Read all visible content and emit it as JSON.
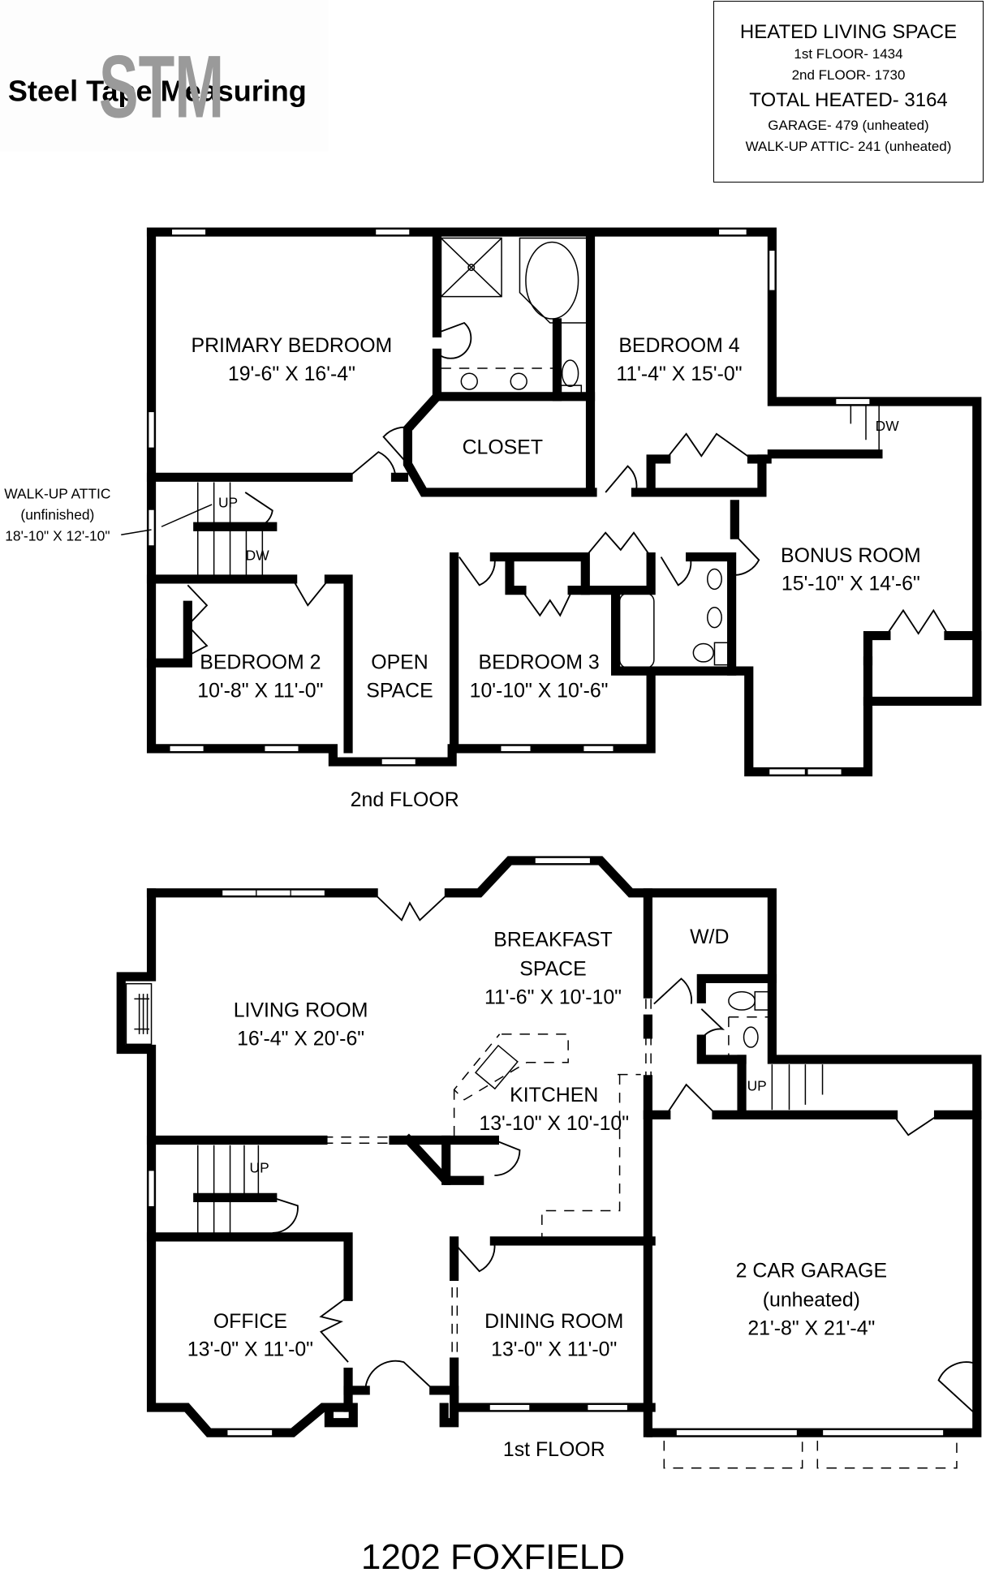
{
  "logo": {
    "company_text": "Steel Tape Measuring",
    "monogram": "STM",
    "monogram_color": "#9a9a9a"
  },
  "summary": {
    "heading": "HEATED LIVING SPACE",
    "first_floor": "1st FLOOR- 1434",
    "second_floor": "2nd FLOOR- 1730",
    "total": "TOTAL HEATED- 3164",
    "garage": "GARAGE- 479 (unheated)",
    "attic": "WALK-UP ATTIC- 241 (unheated)"
  },
  "second_floor": {
    "label": "2nd FLOOR",
    "rooms": [
      {
        "name": "PRIMARY BEDROOM",
        "dims": "19'-6\" X 16'-4\""
      },
      {
        "name": "BEDROOM 4",
        "dims": "11'-4\" X 15'-0\""
      },
      {
        "name": "CLOSET",
        "dims": ""
      },
      {
        "name": "BONUS ROOM",
        "dims": "15'-10\" X 14'-6\""
      },
      {
        "name": "BEDROOM 2",
        "dims": "10'-8\" X 11'-0\""
      },
      {
        "name": "OPEN",
        "name2": "SPACE"
      },
      {
        "name": "BEDROOM 3",
        "dims": "10'-10\" X 10'-6\""
      }
    ],
    "attic_note": {
      "line1": "WALK-UP ATTIC",
      "line2": "(unfinished)",
      "line3": "18'-10\" X 12'-10\""
    },
    "markers": {
      "up": "UP",
      "dw1": "DW",
      "dw2": "DW"
    }
  },
  "first_floor": {
    "label": "1st FLOOR",
    "rooms": [
      {
        "name": "LIVING ROOM",
        "dims": "16'-4\" X 20'-6\""
      },
      {
        "name": "BREAKFAST",
        "name2": "SPACE",
        "dims": "11'-6\" X 10'-10\""
      },
      {
        "name": "W/D"
      },
      {
        "name": "KITCHEN",
        "dims": "13'-10\" X 10'-10\""
      },
      {
        "name": "2 CAR GARAGE",
        "name2": "(unheated)",
        "dims": "21'-8\" X 21'-4\""
      },
      {
        "name": "OFFICE",
        "dims": "13'-0\" X 11'-0\""
      },
      {
        "name": "DINING ROOM",
        "dims": "13'-0\" X 11'-0\""
      }
    ],
    "markers": {
      "up1": "UP",
      "up2": "UP"
    }
  },
  "address_title": "1202 FOXFIELD"
}
